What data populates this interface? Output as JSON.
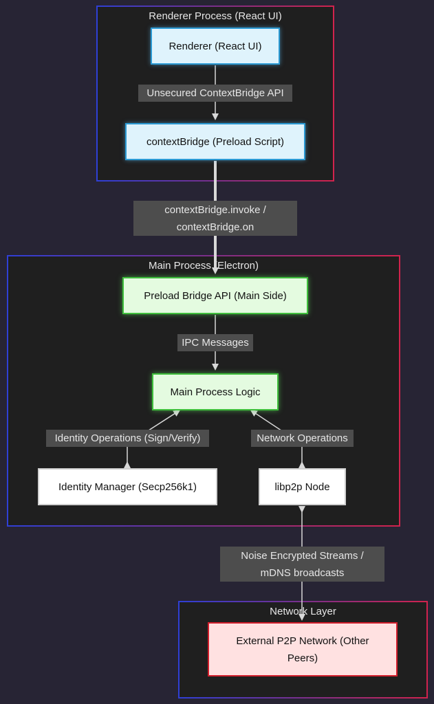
{
  "clusters": {
    "renderer": {
      "title": "Renderer Process (React UI)"
    },
    "main": {
      "title": "Main Process (Electron)"
    },
    "network": {
      "title": "Network Layer"
    }
  },
  "nodes": {
    "renderer_ui": "Renderer (React UI)",
    "context_bridge": "contextBridge (Preload Script)",
    "preload_bridge_api": "Preload Bridge API (Main Side)",
    "main_process_logic": "Main Process Logic",
    "identity_manager": "Identity Manager (Secp256k1)",
    "libp2p_node": "libp2p Node",
    "external_p2p": {
      "line1": "External P2P Network (Other",
      "line2": "Peers)"
    }
  },
  "edges": {
    "unsecured_api": "Unsecured ContextBridge API",
    "invoke": {
      "line1": "contextBridge.invoke /",
      "line2": "contextBridge.on"
    },
    "ipc": "IPC Messages",
    "identity_ops": "Identity Operations (Sign/Verify)",
    "network_ops": "Network Operations",
    "noise": {
      "line1": "Noise Encrypted Streams /",
      "line2": "mDNS broadcasts"
    }
  },
  "colors": {
    "background": "#272434",
    "cluster_fill": "#1f1f1f",
    "cluster_border_start": "#2f3fd6",
    "cluster_border_end": "#d1234d",
    "renderer_node_fill": "#dff3fc",
    "main_node_fill": "#e4fbe0",
    "network_node_fill": "#ffe1e1",
    "edge_label_fill": "#4d4d4d",
    "arrow": "#d8d8d8"
  }
}
